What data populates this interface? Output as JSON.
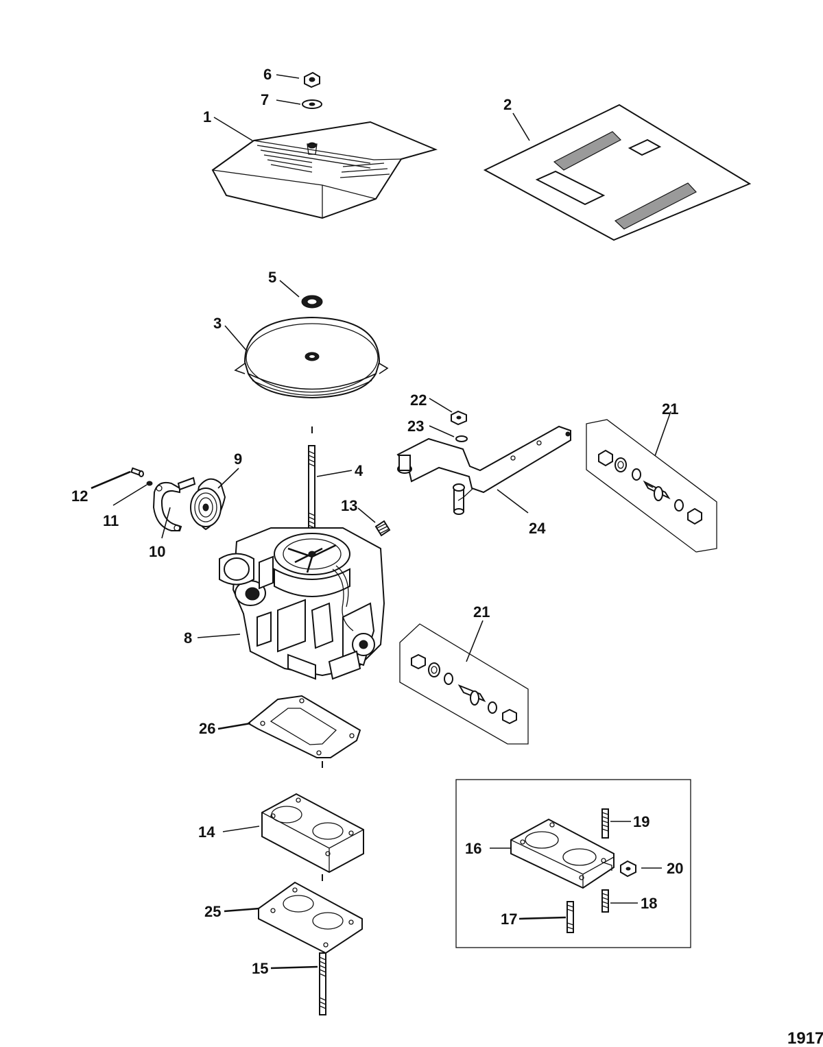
{
  "figure_number": "1917",
  "callouts": [
    {
      "id": "c1",
      "text": "1"
    },
    {
      "id": "c2",
      "text": "2"
    },
    {
      "id": "c3",
      "text": "3"
    },
    {
      "id": "c4",
      "text": "4"
    },
    {
      "id": "c5",
      "text": "5"
    },
    {
      "id": "c6",
      "text": "6"
    },
    {
      "id": "c7",
      "text": "7"
    },
    {
      "id": "c8",
      "text": "8"
    },
    {
      "id": "c9",
      "text": "9"
    },
    {
      "id": "c10",
      "text": "10"
    },
    {
      "id": "c11",
      "text": "11"
    },
    {
      "id": "c12",
      "text": "12"
    },
    {
      "id": "c13",
      "text": "13"
    },
    {
      "id": "c14",
      "text": "14"
    },
    {
      "id": "c15",
      "text": "15"
    },
    {
      "id": "c16",
      "text": "16"
    },
    {
      "id": "c17",
      "text": "17"
    },
    {
      "id": "c18",
      "text": "18"
    },
    {
      "id": "c19",
      "text": "19"
    },
    {
      "id": "c20",
      "text": "20"
    },
    {
      "id": "c21a",
      "text": "21"
    },
    {
      "id": "c21b",
      "text": "21"
    },
    {
      "id": "c22",
      "text": "22"
    },
    {
      "id": "c23",
      "text": "23"
    },
    {
      "id": "c24",
      "text": "24"
    },
    {
      "id": "c25",
      "text": "25"
    },
    {
      "id": "c26",
      "text": "26"
    }
  ]
}
